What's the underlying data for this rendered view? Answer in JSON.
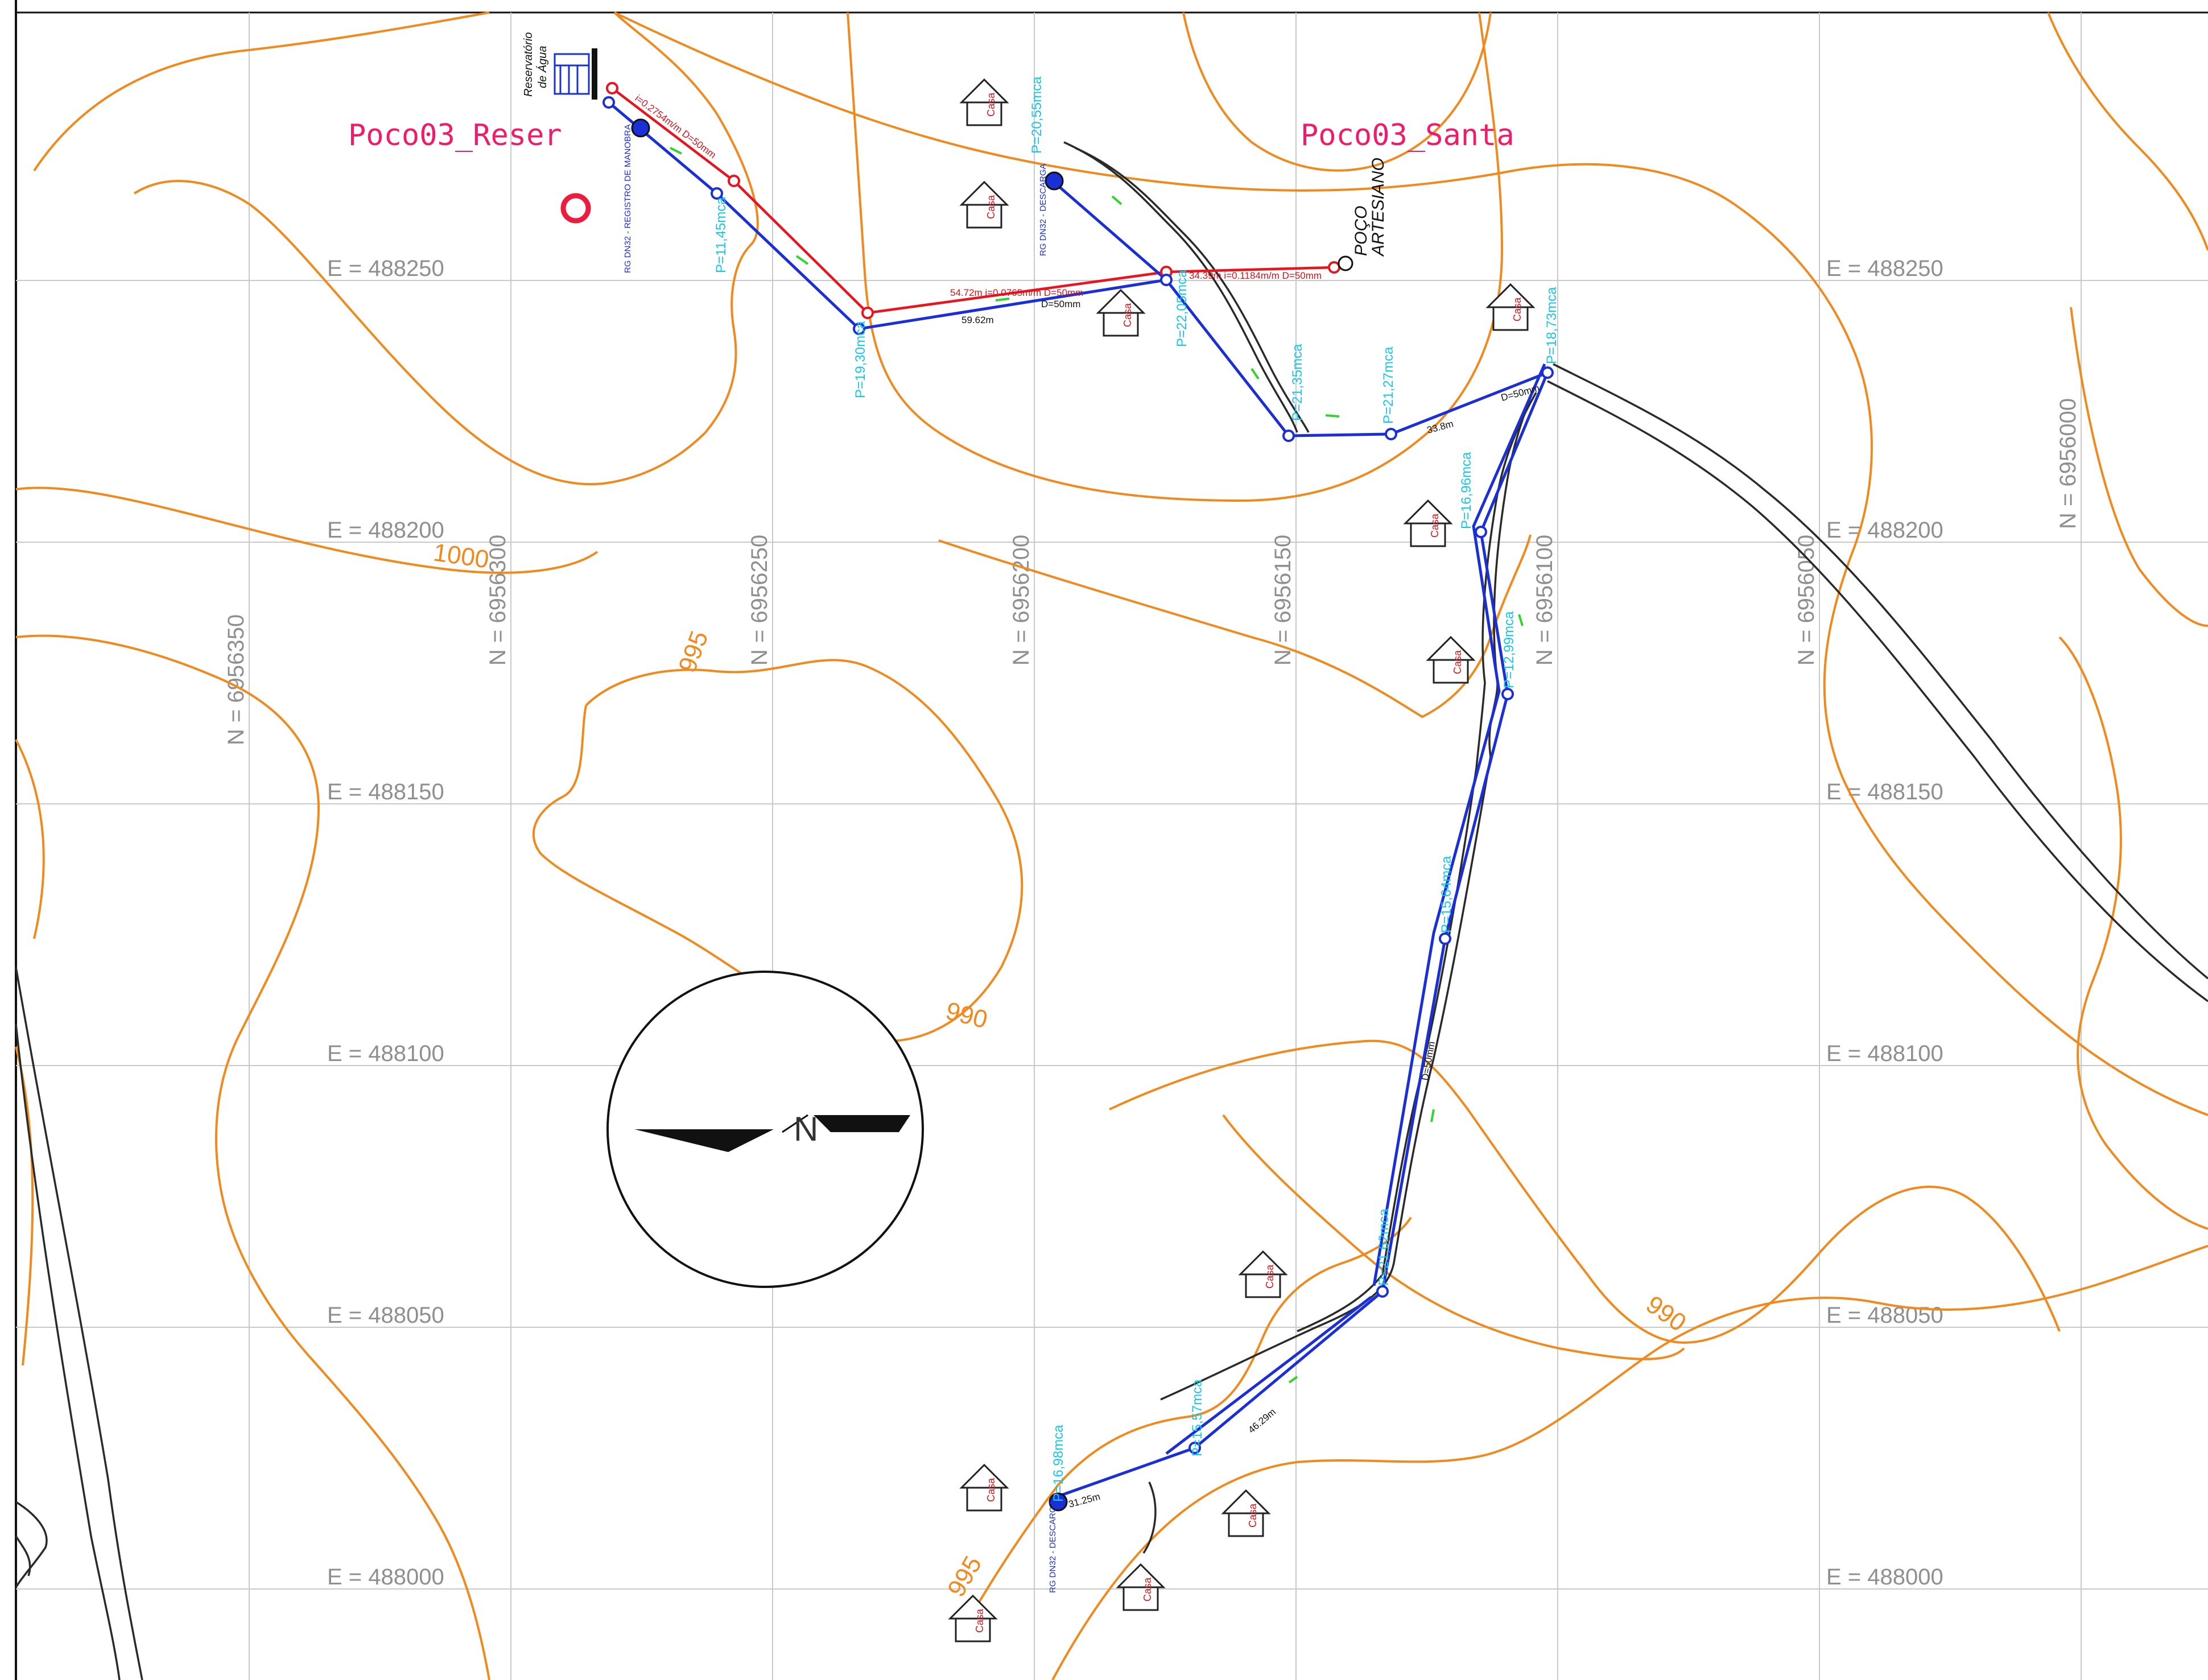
{
  "map": {
    "grid_easting_labels": [
      "E = 488250",
      "E = 488200",
      "E = 488150",
      "E = 488100",
      "E = 488050",
      "E = 488000"
    ],
    "grid_easting_labels_right": [
      "E = 488250",
      "E = 488200",
      "E = 488150",
      "E = 488100",
      "E = 488050",
      "E = 488000"
    ],
    "grid_northing_labels": [
      "N = 6956350",
      "N = 6956300",
      "N = 6956250",
      "N = 6956200",
      "N = 6956150",
      "N = 6956100",
      "N = 6956050",
      "N = 6956000"
    ],
    "contour_labels": [
      "1000",
      "995",
      "990",
      "990",
      "995"
    ],
    "titles": {
      "reservoir_zone": "Poco03_Reser",
      "santa_zone": "Poco03_Santa"
    },
    "well_label_1": "POÇO",
    "well_label_2": "ARTESIANO",
    "reservoir_label_1": "Reservatório",
    "reservoir_label_2": "de Água",
    "valve_labels": [
      "RG DN32 - REGISTRO DE MANOBRA",
      "RG DN32 - DESCARGA",
      "RG DN32 - DESCARGA"
    ],
    "pressures": [
      "P=11,45mca",
      "P=19,30mca",
      "P=20,55mca",
      "P=22,05mca",
      "P=21,35mca",
      "P=21,27mca",
      "P=18,73mca",
      "P=16,96mca",
      "P=12,99mca",
      "P=15,64mca",
      "P=21,62mca",
      "P=15,57mca",
      "P=16,98mca"
    ],
    "pipe_notes_red": [
      "54.72m  i=0.0765m/m  D=50mm",
      "34.39m  i=0.1184m/m  D=50mm",
      "i=0.2754m/m  D=50mm"
    ],
    "pipe_notes_blue": [
      "59.62m",
      "D=50mm",
      "33.8m",
      "D=50mm",
      "D=50mm",
      "31.25m",
      "46.29m"
    ],
    "house_label": "Casa",
    "north_arrow_letter": "N",
    "colors": {
      "contour": "#f08a1e",
      "pipe": "#1b2fd6",
      "pipe_pressurized": "#e8141e",
      "pressure": "#18c6e6",
      "title": "#ee1c6a",
      "flow_arrow": "#2fd62f"
    }
  }
}
